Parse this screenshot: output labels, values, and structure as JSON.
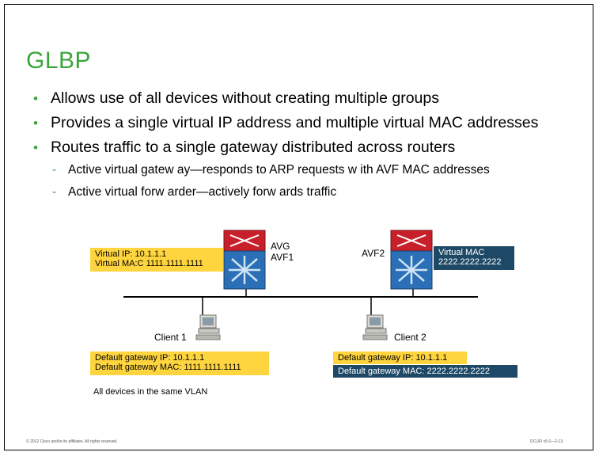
{
  "title": "GLBP",
  "bullets": [
    "Allows use of all devices without creating multiple groups",
    "Provides a single virtual IP address and multiple virtual MAC addresses",
    "Routes traffic to a single gateway distributed across routers"
  ],
  "sub_bullets": [
    "Active virtual gatew ay—responds to ARP requests w ith AVF MAC addresses",
    "Active virtual forw arder—actively forw ards traffic"
  ],
  "diagram": {
    "router1_box": {
      "line1": "Virtual IP: 10.1.1.1",
      "line2": "Virtual MA:C 1111.1111.1111"
    },
    "router1_label": {
      "line1": "AVG",
      "line2": "AVF1"
    },
    "router2_label": "AVF2",
    "router2_box": {
      "line1": "Virtual MAC",
      "line2": "2222.2222.2222"
    },
    "client1_label": "Client 1",
    "client2_label": "Client 2",
    "client1_box": {
      "line1": "Default gateway IP: 10.1.1.1",
      "line2": "Default gateway  MAC: 1111.1111.1111"
    },
    "client2_box_ip": "Default gateway IP: 10.1.1.1",
    "client2_box_mac": "Default gateway  MAC: 2222.2222.2222",
    "vlan_note": "All devices in the same VLAN"
  },
  "footer": {
    "copyright": "© 2012 Cisco and/or its affiliates. All rights reserved.",
    "course": "DCUFI v5.0—2-13"
  },
  "colors": {
    "accent_green": "#3aa63a",
    "callout_yellow": "#ffd53f",
    "callout_navy": "#1e4966",
    "router_red": "#c8202a",
    "router_blue": "#2b6fb6"
  }
}
